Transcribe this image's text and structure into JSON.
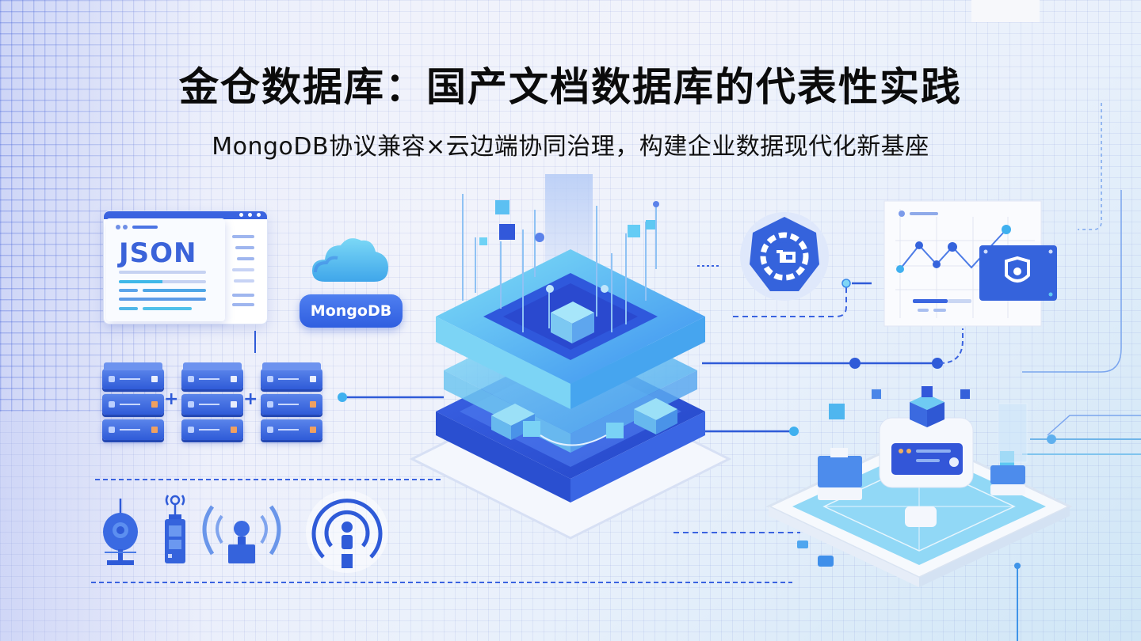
{
  "header": {
    "title": "金仓数据库：国产文档数据库的代表性实践",
    "subtitle": "MongoDB协议兼容×云边端协同治理，构建企业数据现代化新基座"
  },
  "left_panel": {
    "json_document": {
      "label": "JSON",
      "icon": "json-document-icon"
    },
    "cloud": {
      "icon": "cloud-icon",
      "badge": "MongoDB"
    },
    "server_cluster": {
      "stacks": 3,
      "units_per_stack": 3,
      "icon": "server-rack-icon",
      "joiner": "+"
    },
    "edge_devices": [
      {
        "icon": "webcam-sensor-icon"
      },
      {
        "icon": "radio-tower-device-icon"
      },
      {
        "icon": "wireless-sensor-icon"
      },
      {
        "icon": "broadcast-signal-icon"
      }
    ]
  },
  "center": {
    "icon": "layered-database-platform-icon"
  },
  "right_panel": {
    "governance_badge": {
      "icon": "gear-shield-icon"
    },
    "analytics_panel": {
      "icon": "line-chart-dashboard-icon",
      "security_card_icon": "shield-icon"
    },
    "edge_platform": {
      "icon": "isometric-edge-node-platform-icon"
    }
  },
  "colors": {
    "primary_blue": "#2f5bd8",
    "light_blue": "#5ec8f2",
    "cyan": "#7fd9f5",
    "title_text": "#0b0b0b",
    "background": "#eef1fb"
  }
}
